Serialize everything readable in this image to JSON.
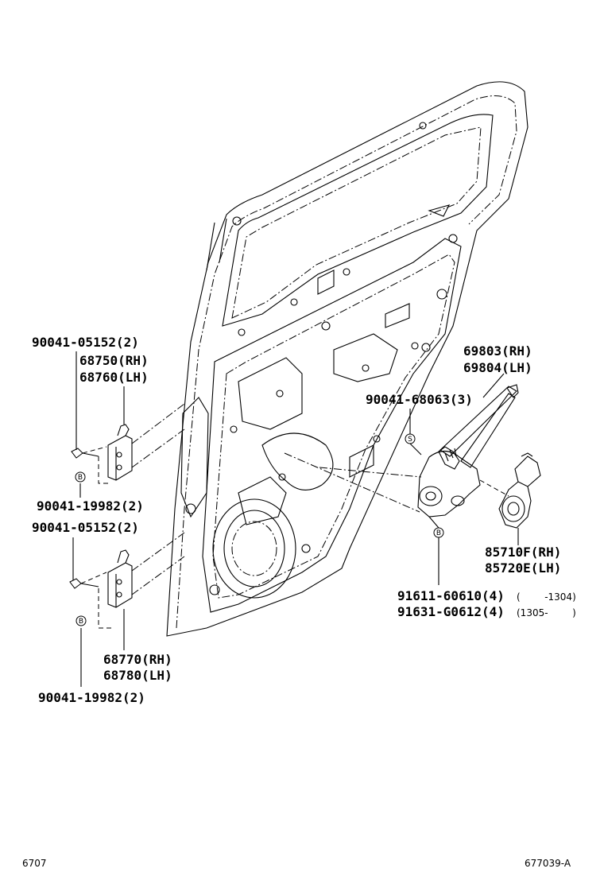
{
  "labels": {
    "bolt_upper": "90041-05152(2)",
    "hinge_upper_rh": "68750(RH)",
    "hinge_upper_lh": "68760(LH)",
    "bolt_upper_b": "90041-19982(2)",
    "bolt_lower": "90041-05152(2)",
    "hinge_lower_rh": "68770(RH)",
    "hinge_lower_lh": "68780(LH)",
    "bolt_lower_b": "90041-19982(2)",
    "regulator_rh": "69803(RH)",
    "regulator_lh": "69804(LH)",
    "screw_s": "90041-68063(3)",
    "motor_rh": "85710F(RH)",
    "motor_lh": "85720E(LH)",
    "bolt_a": "91611-60610(4)",
    "bolt_a_range": "(        -1304)",
    "bolt_b": "91631-G0612(4)",
    "bolt_b_range": "(1305-        )"
  },
  "markers": {
    "b": "B",
    "s": "S"
  },
  "footer": {
    "page": "6707",
    "figure": "677039-A"
  }
}
